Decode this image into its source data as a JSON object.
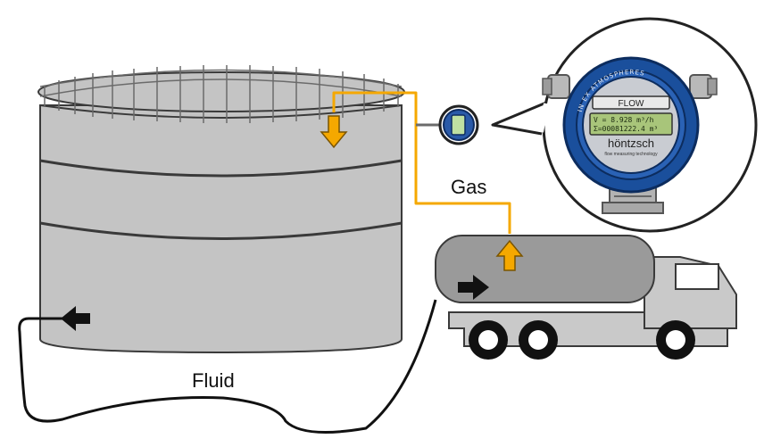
{
  "labels": {
    "gas": "Gas",
    "fluid": "Fluid"
  },
  "meter": {
    "brand": "höntzsch",
    "brand_sub": "flow measuring technology",
    "display_title": "FLOW",
    "display_line1": "V = 8.928 m³/h",
    "display_line2": "Σ=00081222.4 m³",
    "ring_text": "IN EX ATMOSPHERES"
  },
  "colors": {
    "tank": "#c4c4c4",
    "tank_outline": "#3a3a3a",
    "gas_line": "#f5a800",
    "gas_arrow": "#f5a800",
    "fluid_line": "#111111",
    "truck": "#c9c9c9",
    "truck_tank": "#9a9a9a",
    "meter_blue": "#1a4f9c",
    "lcd": "#a8c57a"
  },
  "icons": {
    "gas_down_arrow": "arrow-down-icon",
    "gas_up_arrow": "arrow-up-icon",
    "fluid_out_arrow": "arrow-left-icon",
    "fluid_in_arrow": "arrow-right-icon"
  }
}
